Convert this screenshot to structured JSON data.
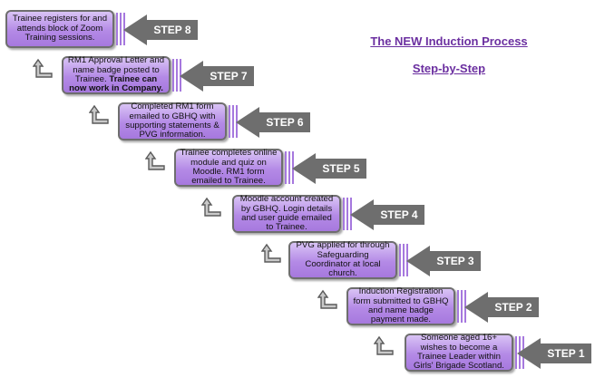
{
  "title": "The NEW Induction Process",
  "subtitle": "Step-by-Step",
  "steps": [
    {
      "label": "STEP 1",
      "text": "Someone aged 16+ wishes to become a Trainee Leader within Girls' Brigade Scotland.",
      "bold_text": ""
    },
    {
      "label": "STEP 2",
      "text": "Induction Registration form submitted to GBHQ and name badge payment made.",
      "bold_text": ""
    },
    {
      "label": "STEP 3",
      "text": "PVG applied for through Safeguarding Coordinator at local church.",
      "bold_text": ""
    },
    {
      "label": "STEP 4",
      "text": "Moodle account created by GBHQ. Login details and user guide emailed to Trainee.",
      "bold_text": ""
    },
    {
      "label": "STEP 5",
      "text": "Trainee completes online module and quiz on Moodle. RM1 form emailed to Trainee.",
      "bold_text": ""
    },
    {
      "label": "STEP 6",
      "text": "Completed RM1 form emailed to GBHQ with supporting statements & PVG information.",
      "bold_text": ""
    },
    {
      "label": "STEP 7",
      "text": "RM1 Approval Letter and name badge posted to Trainee.",
      "bold_text": "Trainee can now work in Company."
    },
    {
      "label": "STEP 8",
      "text": "Trainee registers for and attends block of Zoom Training sessions.",
      "bold_text": ""
    }
  ],
  "colors": {
    "box_fill": "#b48ae6",
    "arrow_fill": "#6e6e6e",
    "title": "#6b2fa0"
  },
  "icons": {
    "connector": "up-turn-arrow-icon",
    "step_arrow": "left-arrow-icon"
  }
}
